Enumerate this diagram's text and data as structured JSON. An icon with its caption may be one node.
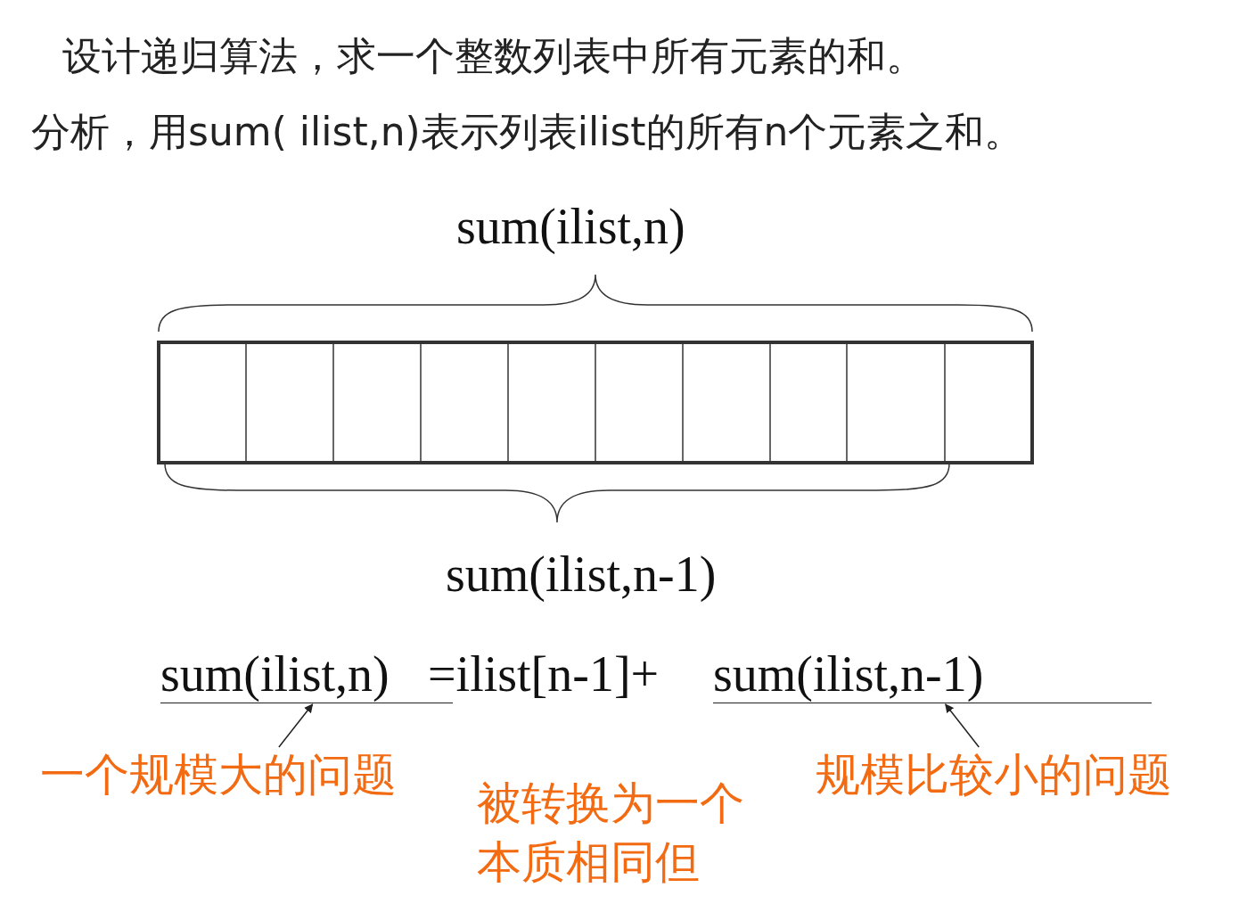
{
  "diagram": {
    "nodes": [
      {
        "text": [
          "sum(ilist,n)"
        ]
      },
      {
        "text": [
          "sum(ilist,n-1)"
        ]
      },
      {
        "text": [
          "一个规模大的问题"
        ]
      },
      {
        "text": [
          "规模比较小的问题"
        ]
      }
    ],
    "edges": [
      {
        "from": 2,
        "to": 0,
        "arrow": "to"
      },
      {
        "from": 3,
        "to": 1,
        "arrow": "to"
      }
    ],
    "labels": [
      "设计递归算法，求一个整数列表中所有元素的和。",
      "分析，用sum( ilist,n)表示列表ilist的所有n个元素之和。",
      "sum(ilist,n)",
      "sum(ilist,n-1)",
      "=ilist[n-1]+",
      "被转换为一个本质相同但"
    ]
  }
}
